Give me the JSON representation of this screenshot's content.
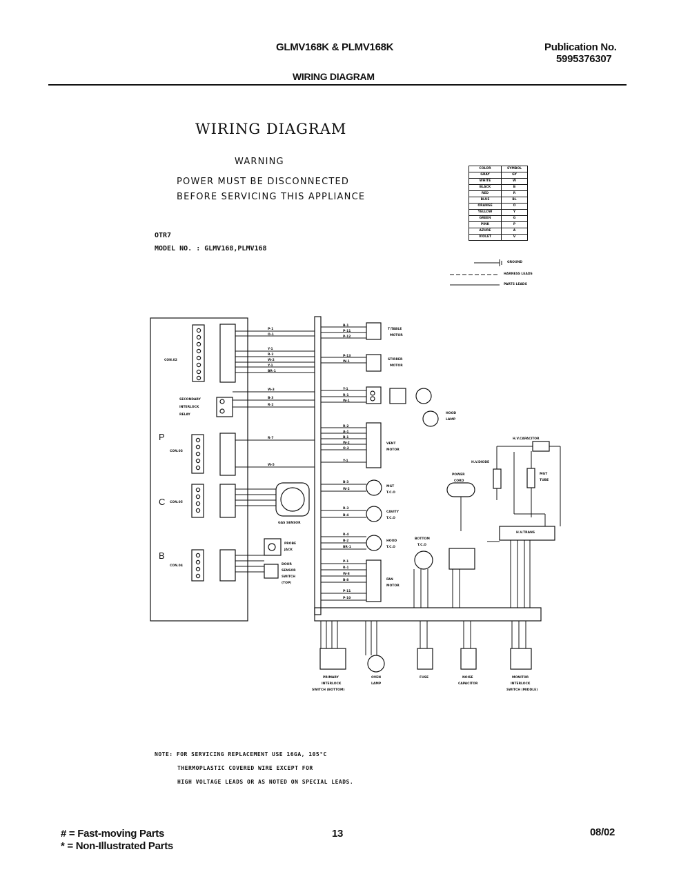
{
  "header": {
    "model": "GLMV168K & PLMV168K",
    "publication_label": "Publication No.",
    "publication_number": "5995376307",
    "section": "WIRING DIAGRAM"
  },
  "diagram": {
    "title": "WIRING DIAGRAM",
    "warning_title": "WARNING",
    "warning_line1": "POWER MUST BE DISCONNECTED",
    "warning_line2": "BEFORE SERVICING THIS APPLIANCE",
    "otr": "OTR7",
    "model_line": "MODEL NO. : GLMV168,PLMV168"
  },
  "color_legend": {
    "headers": [
      "COLOR",
      "SYMBOL"
    ],
    "rows": [
      [
        "GRAY",
        "GY"
      ],
      [
        "WHITE",
        "W"
      ],
      [
        "BLACK",
        "B"
      ],
      [
        "RED",
        "R"
      ],
      [
        "BLUE",
        "BL"
      ],
      [
        "ORANGE",
        "O"
      ],
      [
        "YELLOW",
        "Y"
      ],
      [
        "GREEN",
        "G"
      ],
      [
        "PINK",
        "P"
      ],
      [
        "AZURE",
        "A"
      ],
      [
        "VIOLET",
        "V"
      ]
    ],
    "ground": "GROUND",
    "harness": "HARNESS LEADS",
    "parts": "PARTS LEADS"
  },
  "labels": {
    "con02": "CON.02",
    "secondary_relay": [
      "SECONDARY",
      "INTERLOCK",
      "RELAY"
    ],
    "p": "P",
    "c": "C",
    "b": "B",
    "con03": "CON.03",
    "con05": "CON.05",
    "con04": "CON.04",
    "gas_sensor": "GAS SENSOR",
    "probe_jack": [
      "PROBE",
      "JACK"
    ],
    "door_switch": [
      "DOOR",
      "SENSOR",
      "SWITCH",
      "(TOP)"
    ],
    "ttable_motor": [
      "T/TABLE",
      "MOTOR"
    ],
    "stirrer_motor": [
      "STIRRER",
      "MOTOR"
    ],
    "hood_lamp": [
      "HOOD",
      "LAMP"
    ],
    "vent_motor": [
      "VENT",
      "MOTOR"
    ],
    "mgt_tco": [
      "MGT",
      "T.C.O"
    ],
    "cavity_tco": [
      "CAVITY",
      "T.C.O"
    ],
    "hood_tco": [
      "HOOD",
      "T.C.O"
    ],
    "fan_motor": [
      "FAN",
      "MOTOR"
    ],
    "hv_capacitor": "H.V.CAPACITOR",
    "hv_diode": "H.V.DIODE",
    "power_cord": [
      "POWER",
      "CORD"
    ],
    "mgt_tube": [
      "MGT",
      "TUBE"
    ],
    "hv_trans": "H.V.TRANS",
    "bottom_tco": [
      "BOTTOM",
      "T.C.O"
    ],
    "primary_switch": [
      "PRIMARY",
      "INTERLOCK",
      "SWITCH (BOTTOM)"
    ],
    "oven_lamp": [
      "OVEN",
      "LAMP"
    ],
    "fuse": "FUSE",
    "noise_capacitor": [
      "NOISE",
      "CAPACITOR"
    ],
    "monitor_switch": [
      "MONITOR",
      "INTERLOCK",
      "SWITCH (MIDDLE)"
    ]
  },
  "note": {
    "line1": "NOTE: FOR SERVICING REPLACEMENT USE 16GA, 105°C",
    "line2": "THERMOPLASTIC COVERED WIRE EXCEPT FOR",
    "line3": "HIGH VOLTAGE LEADS OR AS NOTED ON SPECIAL LEADS."
  },
  "footer": {
    "fast_moving": "# = Fast-moving Parts",
    "non_illustrated": "* = Non-Illustrated Parts",
    "page": "13",
    "date": "08/02"
  }
}
